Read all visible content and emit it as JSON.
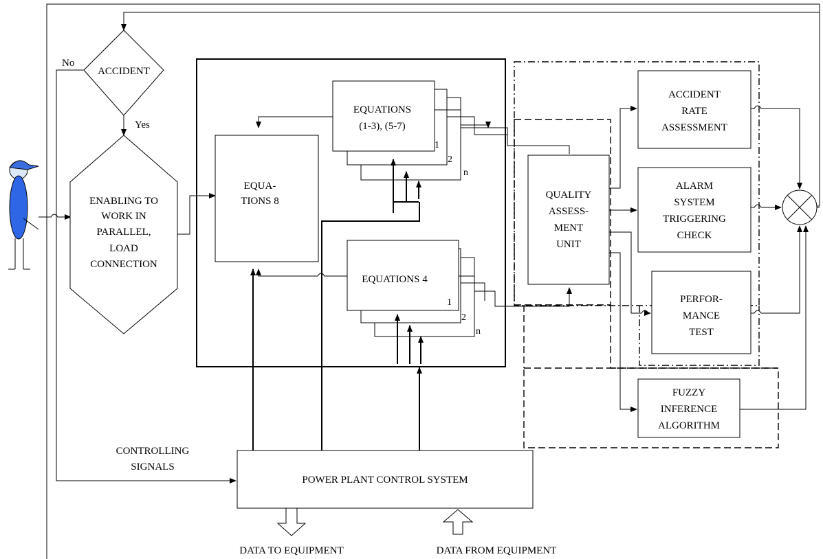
{
  "decision": {
    "label": "ACCIDENT",
    "no_label": "No",
    "yes_label": "Yes"
  },
  "enable_block": {
    "lines": [
      "ENABLING TO",
      "WORK IN",
      "PARALLEL,",
      "LOAD",
      "CONNECTION"
    ]
  },
  "eq8": {
    "lines": [
      "EQUA-",
      "TIONS 8"
    ]
  },
  "eq_group_a": {
    "lines": [
      "EQUATIONS",
      "(1-3), (5-7)"
    ],
    "layers": [
      "1",
      "2",
      "n"
    ]
  },
  "eq_group_b": {
    "lines": [
      "EQUATIONS 4"
    ],
    "layers": [
      "1",
      "2",
      "n"
    ]
  },
  "quality_unit": {
    "lines": [
      "QUALITY",
      "ASSESS-",
      "MENT",
      "UNIT"
    ]
  },
  "accident_rate": {
    "lines": [
      "ACCIDENT",
      "RATE",
      "ASSESSMENT"
    ]
  },
  "alarm_check": {
    "lines": [
      "ALARM",
      "SYSTEM",
      "TRIGGERING",
      "CHECK"
    ]
  },
  "performance": {
    "lines": [
      "PERFOR-",
      "MANCE",
      "TEST"
    ]
  },
  "fuzzy": {
    "lines": [
      "FUZZY",
      "INFERENCE",
      "ALGORITHM"
    ]
  },
  "control_system": {
    "label": "POWER PLANT CONTROL SYSTEM"
  },
  "controlling_signals": {
    "lines": [
      "CONTROLLING",
      "SIGNALS"
    ]
  },
  "io": {
    "data_to": "DATA TO EQUIPMENT",
    "data_from": "DATA FROM EQUIPMENT"
  }
}
